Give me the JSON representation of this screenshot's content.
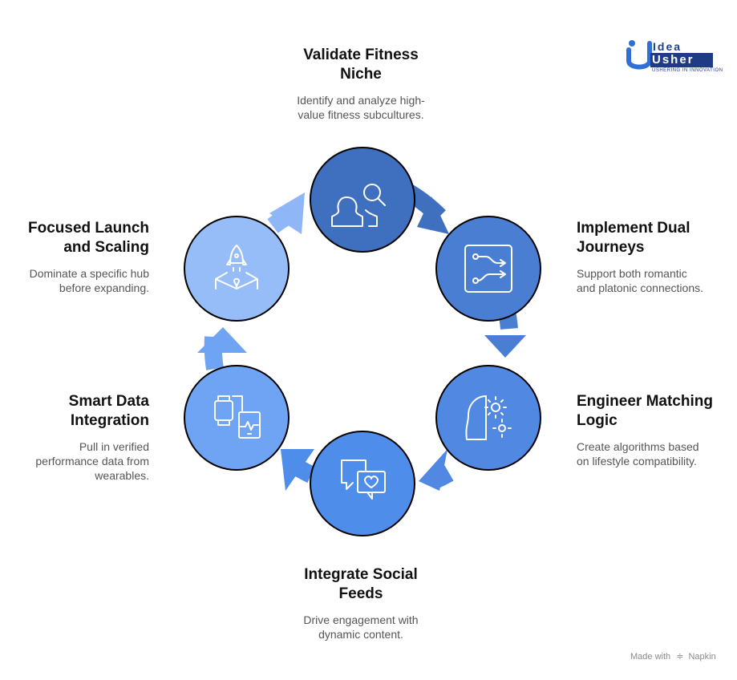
{
  "steps": [
    {
      "title_line1": "Validate Fitness",
      "title_line2": "Niche",
      "desc_line1": "Identify and analyze high-",
      "desc_line2": "value fitness subcultures.",
      "desc_line3": "",
      "icon": "user-search-icon",
      "color": "#3f6fbf"
    },
    {
      "title_line1": "Implement Dual",
      "title_line2": "Journeys",
      "desc_line1": "Support both romantic",
      "desc_line2": "and platonic connections.",
      "desc_line3": "",
      "icon": "dual-path-icon",
      "color": "#4a7ed3"
    },
    {
      "title_line1": "Engineer Matching",
      "title_line2": "Logic",
      "desc_line1": "Create algorithms based",
      "desc_line2": "on lifestyle compatibility.",
      "desc_line3": "",
      "icon": "gear-head-icon",
      "color": "#5088e2"
    },
    {
      "title_line1": "Integrate Social",
      "title_line2": "Feeds",
      "desc_line1": "Drive engagement with",
      "desc_line2": "dynamic content.",
      "desc_line3": "",
      "icon": "chat-heart-icon",
      "color": "#4f8deb"
    },
    {
      "title_line1": "Smart Data",
      "title_line2": "Integration",
      "desc_line1": "Pull in verified",
      "desc_line2": "performance data from",
      "desc_line3": "wearables.",
      "icon": "smartwatch-phone-icon",
      "color": "#6fa3f3"
    },
    {
      "title_line1": "Focused Launch",
      "title_line2": "and Scaling",
      "desc_line1": "Dominate a specific hub",
      "desc_line2": "before expanding.",
      "desc_line3": "",
      "icon": "rocket-launch-icon",
      "color": "#97bdf8"
    }
  ],
  "logo": {
    "idea": "Idea",
    "usher": "Usher",
    "tagline": "USHERING IN INNOVATION"
  },
  "footer": {
    "made_with": "Made with",
    "brand": "Napkin"
  }
}
